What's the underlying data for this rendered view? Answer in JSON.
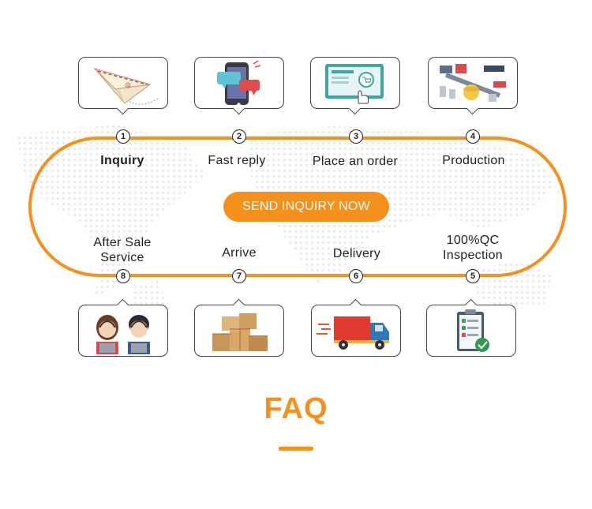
{
  "colors": {
    "accent": "#f5901d",
    "outline": "#444444",
    "map_dots": "#e9e9e9"
  },
  "steps": [
    {
      "number": "1",
      "label": "Inquiry",
      "icon": "paper-plane-mail-icon"
    },
    {
      "number": "2",
      "label": "Fast reply",
      "icon": "phone-chat-icon"
    },
    {
      "number": "3",
      "label": "Place an order",
      "icon": "online-cart-click-icon"
    },
    {
      "number": "4",
      "label": "Production",
      "icon": "factory-line-icon"
    },
    {
      "number": "5",
      "label_line1": "100%QC",
      "label_line2": "Inspection",
      "icon": "checklist-icon"
    },
    {
      "number": "6",
      "label": "Delivery",
      "icon": "delivery-truck-icon"
    },
    {
      "number": "7",
      "label": "Arrive",
      "icon": "boxes-icon"
    },
    {
      "number": "8",
      "label_line1": "After Sale",
      "label_line2": "Service",
      "icon": "support-agents-icon"
    }
  ],
  "cta": {
    "label": "SEND INQUIRY NOW"
  },
  "faq": {
    "title": "FAQ"
  }
}
